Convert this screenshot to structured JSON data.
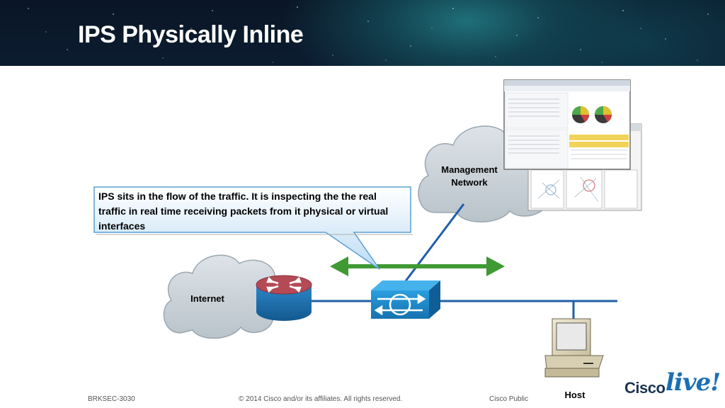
{
  "slide": {
    "title": "IPS Physically Inline",
    "callout": "IPS sits in the flow of the traffic. It is inspecting the the real traffic in real time receiving packets from it physical or virtual interfaces"
  },
  "diagram": {
    "management_network_label": "Management\nNetwork",
    "internet_label": "Internet",
    "host_label": "Host"
  },
  "footer": {
    "session_id": "BRKSEC-3030",
    "copyright": "© 2014 Cisco and/or its affiliates. All rights reserved.",
    "classification": "Cisco Public"
  },
  "logo": {
    "brand": "Cisco",
    "event": "live!"
  },
  "colors": {
    "link_blue": "#1f5fa8",
    "traffic_green": "#3f9a34",
    "device_blue": "#1787c9",
    "router_red": "#b44a55",
    "cloud_gray": "#c9d1d7",
    "callout_fill": "#cfe6f7"
  }
}
